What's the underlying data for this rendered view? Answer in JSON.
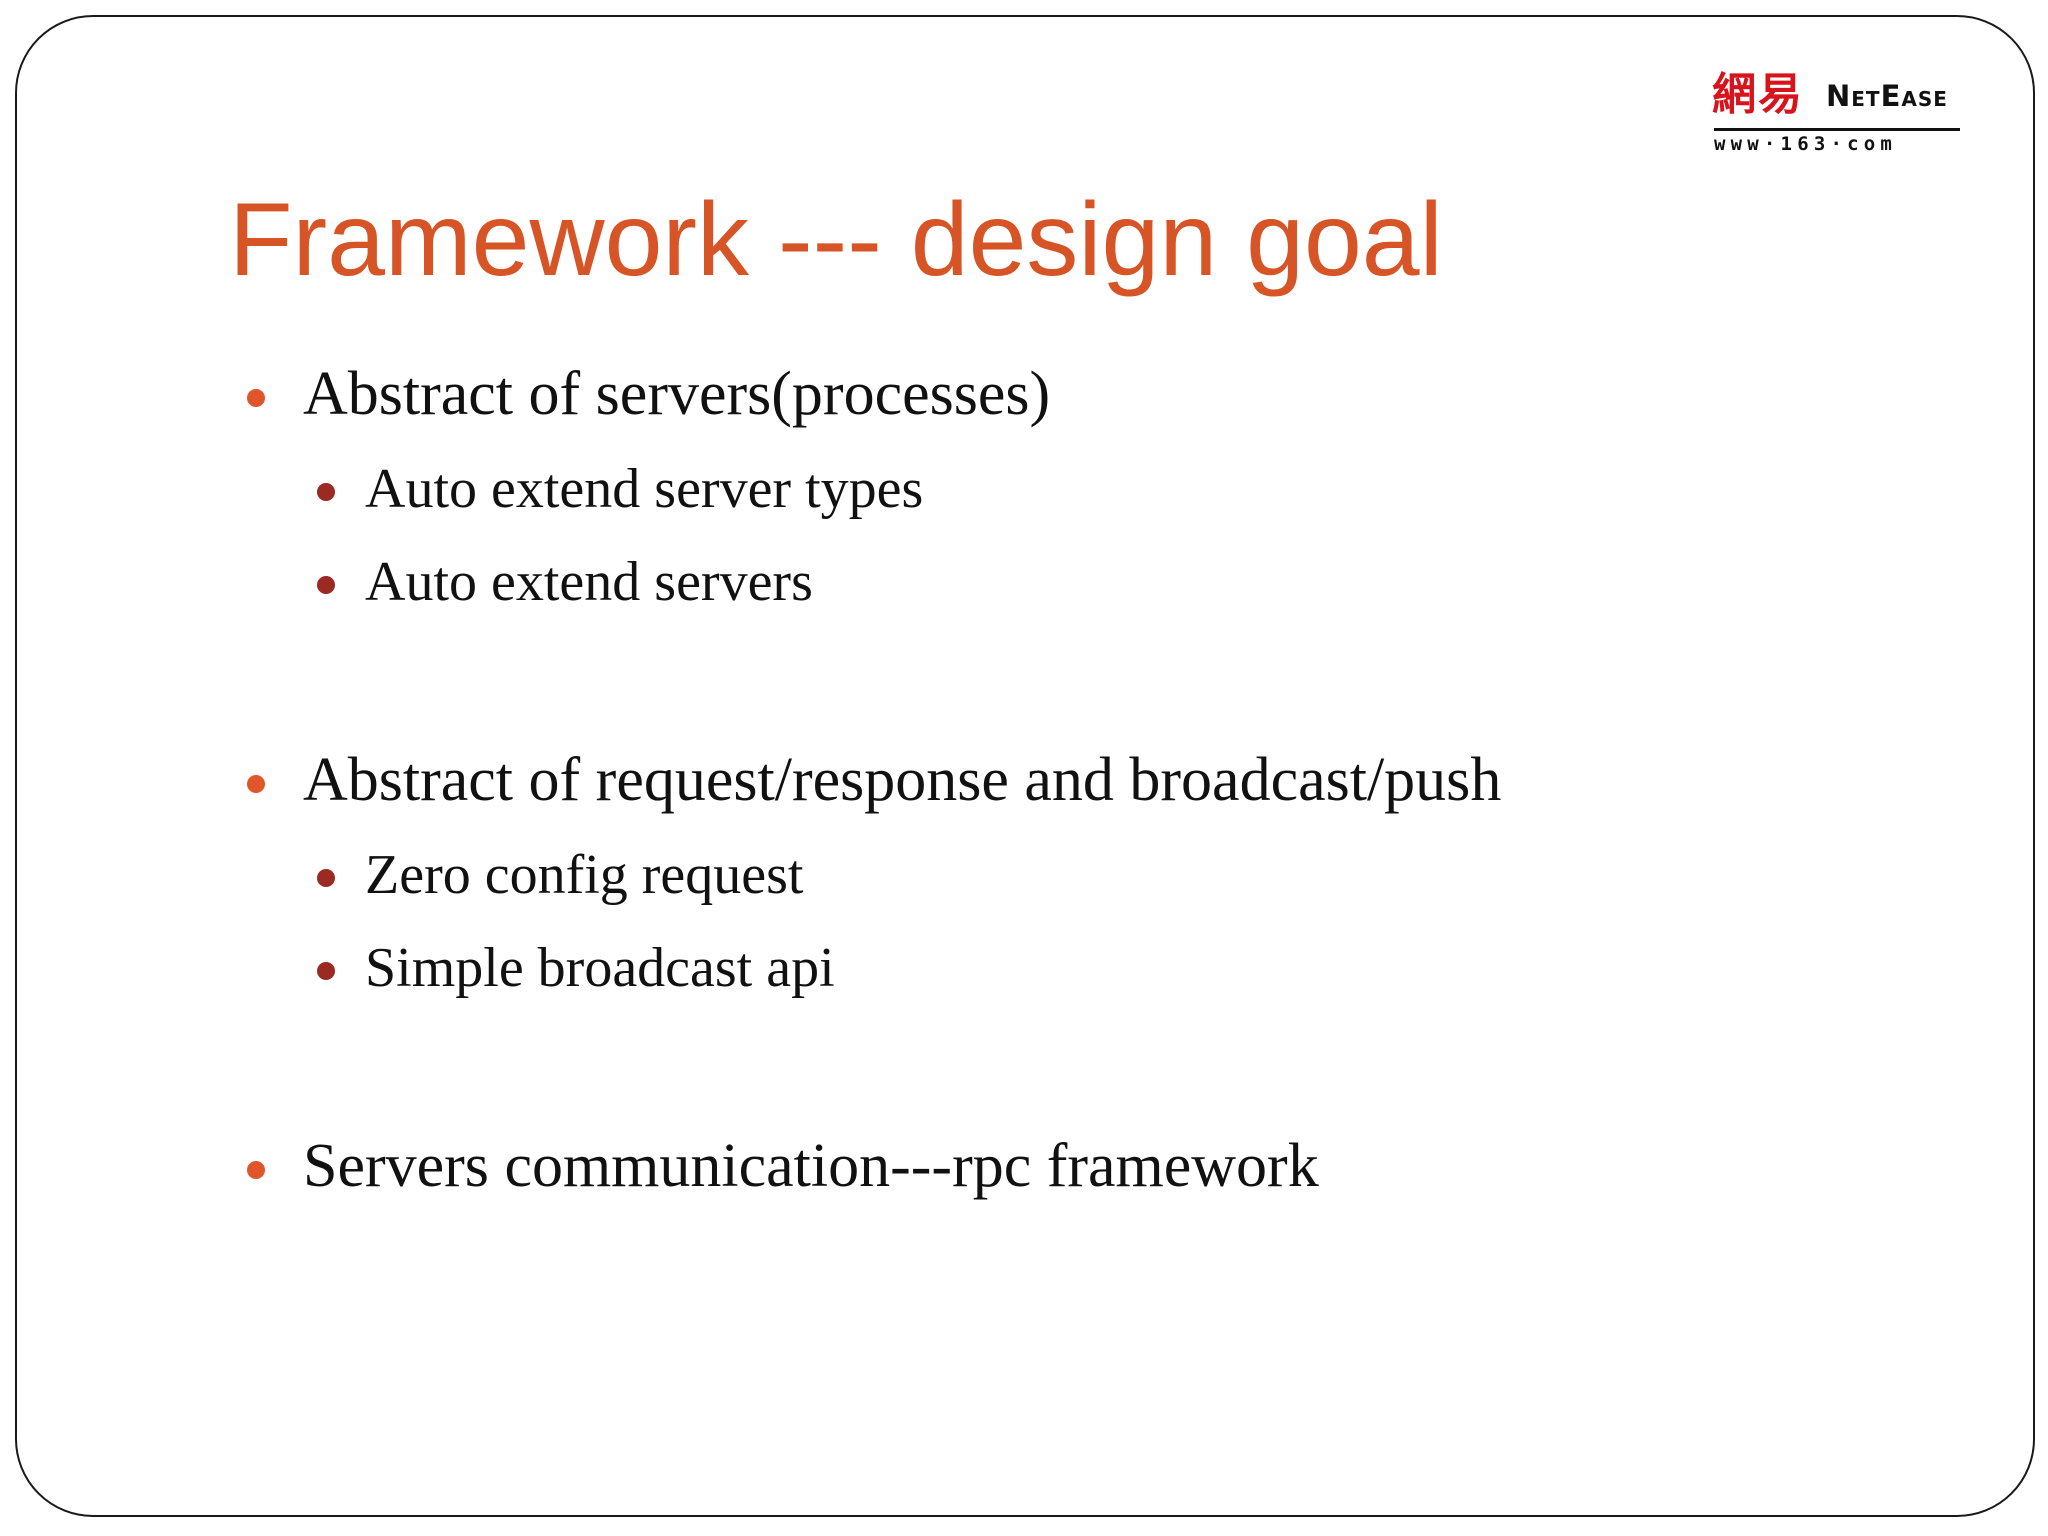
{
  "slide": {
    "title": "Framework --- design goal",
    "logo": {
      "chinese": "網易",
      "english": "NetEase",
      "url": "www·163·com"
    },
    "bullets": [
      {
        "text": "Abstract of servers(processes)",
        "children": [
          "Auto extend server types",
          "Auto extend servers"
        ]
      },
      {
        "text": "Abstract of request/response and broadcast/push",
        "children": [
          "Zero config request",
          "Simple broadcast api"
        ]
      },
      {
        "text": "Servers communication---rpc framework",
        "children": []
      }
    ],
    "colors": {
      "title": "#d65426",
      "bullet_level1": "#e0552a",
      "bullet_level2": "#9a2a22",
      "logo_red": "#d8131b"
    }
  }
}
